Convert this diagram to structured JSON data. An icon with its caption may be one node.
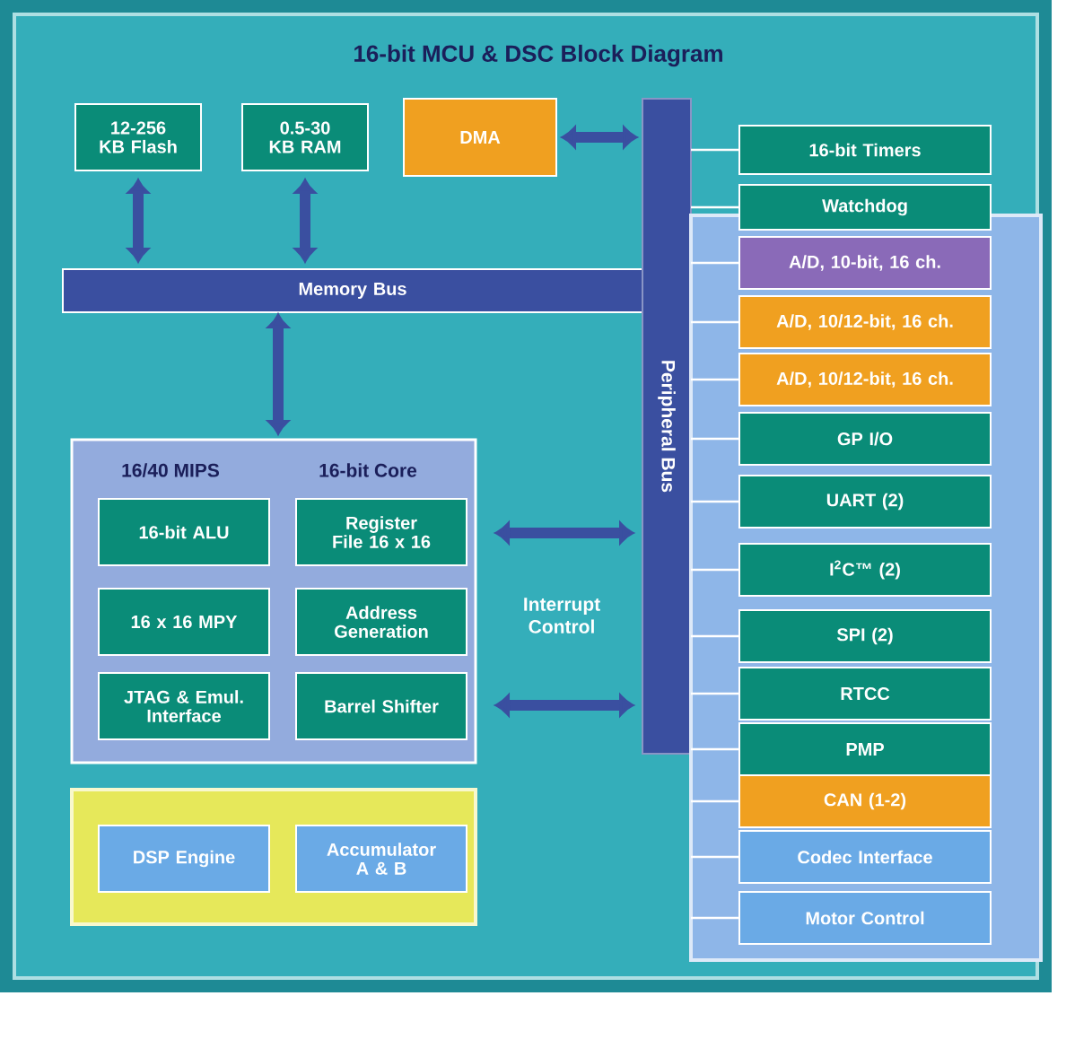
{
  "diagram": {
    "title": "16-bit MCU & DSC Block Diagram",
    "nodes": [
      {
        "text": [
          "12-256 KB Flash"
        ]
      },
      {
        "text": [
          "0.5-30 KB RAM"
        ]
      },
      {
        "text": [
          "DMA"
        ]
      },
      {
        "text": [
          "Memory Bus"
        ]
      },
      {
        "text": [
          "Peripheral Bus"
        ]
      },
      {
        "text": [
          "16/40 MIPS",
          "16-bit Core"
        ]
      },
      {
        "text": [
          "16-bit ALU"
        ],
        "in": 5
      },
      {
        "text": [
          "Register File 16 x 16"
        ],
        "in": 5
      },
      {
        "text": [
          "16 x 16 MPY"
        ],
        "in": 5
      },
      {
        "text": [
          "Address Generation"
        ],
        "in": 5
      },
      {
        "text": [
          "JTAG & Emul. Interface"
        ],
        "in": 5
      },
      {
        "text": [
          "Barrel Shifter"
        ],
        "in": 5
      },
      {
        "text": [],
        "shape": "box"
      },
      {
        "text": [
          "DSP Engine"
        ],
        "in": 12
      },
      {
        "text": [
          "Accumulator A & B"
        ],
        "in": 12
      },
      {
        "text": [],
        "shape": "box"
      },
      {
        "text": [
          "16-bit Timers"
        ]
      },
      {
        "text": [
          "Watchdog"
        ]
      },
      {
        "text": [
          "A/D, 10-bit, 16 ch."
        ],
        "in": 15
      },
      {
        "text": [
          "A/D, 10/12-bit, 16 ch."
        ],
        "in": 15
      },
      {
        "text": [
          "A/D, 10/12-bit, 16 ch."
        ],
        "in": 15
      },
      {
        "text": [
          "GP I/O"
        ],
        "in": 15
      },
      {
        "text": [
          "UART (2)"
        ],
        "in": 15
      },
      {
        "text": [
          "I$^{2}$C™ (2)"
        ],
        "in": 15
      },
      {
        "text": [
          "SPI (2)"
        ],
        "in": 15
      },
      {
        "text": [
          "RTCC"
        ],
        "in": 15
      },
      {
        "text": [
          "PMP"
        ],
        "in": 15
      },
      {
        "text": [
          "CAN (1-2)"
        ],
        "in": 15
      },
      {
        "text": [
          "Codec Interface"
        ],
        "in": 15
      },
      {
        "text": [
          "Motor Control"
        ],
        "in": 15
      }
    ],
    "edges": [
      {
        "from": 0,
        "to": 3,
        "arrow": "both",
        "style": "thick",
        "color": "#3a4fa0"
      },
      {
        "from": 1,
        "to": 3,
        "arrow": "both",
        "style": "thick",
        "color": "#3a4fa0"
      },
      {
        "from": 2,
        "to": 4,
        "arrow": "both",
        "style": "thick",
        "color": "#3a4fa0"
      },
      {
        "from": 3,
        "to": 5,
        "arrow": "both",
        "style": "thick",
        "color": "#3a4fa0"
      },
      {
        "from": 5,
        "to": 4,
        "arrow": "both",
        "style": "thick",
        "color": "#3a4fa0"
      },
      {
        "from": 5,
        "to": 4,
        "arrow": "both",
        "style": "thick",
        "color": "#3a4fa0"
      },
      {
        "from": 4,
        "to": 16,
        "arrow": "none"
      },
      {
        "from": 4,
        "to": 17,
        "arrow": "none"
      },
      {
        "from": 4,
        "to": 18,
        "arrow": "none"
      },
      {
        "from": 4,
        "to": 19,
        "arrow": "none"
      },
      {
        "from": 4,
        "to": 20,
        "arrow": "none"
      },
      {
        "from": 4,
        "to": 21,
        "arrow": "none"
      },
      {
        "from": 4,
        "to": 22,
        "arrow": "none"
      },
      {
        "from": 4,
        "to": 23,
        "arrow": "none"
      },
      {
        "from": 4,
        "to": 24,
        "arrow": "none"
      },
      {
        "from": 4,
        "to": 25,
        "arrow": "none"
      },
      {
        "from": 4,
        "to": 26,
        "arrow": "none"
      },
      {
        "from": 4,
        "to": 27,
        "arrow": "none"
      },
      {
        "from": 15,
        "to": 28,
        "arrow": "none"
      },
      {
        "from": 15,
        "to": 29,
        "arrow": "none"
      }
    ],
    "labels": [
      "Interrupt Control"
    ]
  }
}
